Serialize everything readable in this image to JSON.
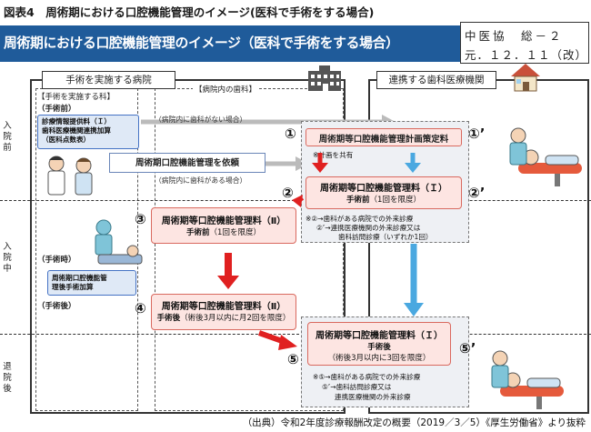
{
  "figure": {
    "caption": "図表4　周術期における口腔機能管理のイメージ(医科で手術をする場合)",
    "banner_title": "周術期における口腔機能管理のイメージ（医科で手術をする場合）",
    "stamp_line1": "中医協　総－２",
    "stamp_line2": "元．１２．１１（改）",
    "source": "（出典）令和2年度診療報酬改定の概要（2019／3／5）《厚生労働省》より抜粋"
  },
  "frames": {
    "hospital": "手術を実施する病院",
    "clinic": "連携する歯科医療機関",
    "surgery_dept": "【手術を実施する科】",
    "dental_dept": "【病院内の歯科】"
  },
  "phases": {
    "pre": "入院前",
    "during": "入院中",
    "post": "退院後",
    "pre_op": "（手術前）",
    "intra_op": "（手術時）",
    "post_op": "（手術後）"
  },
  "notes": {
    "pre_billing": [
      "診療情報提供料（Ｉ）",
      "歯科医療機関連携加算",
      "（医科点数表）"
    ],
    "intra_billing": [
      "周術期口腔機能管",
      "理後手術加算"
    ],
    "no_dental": "（病院内に歯科がない場合）",
    "has_dental": "（病院内に歯科がある場合）",
    "request": "周術期口腔機能管理を依頼",
    "share_plan": "※計画を共有",
    "note2_line1": "※②→歯科がある病院での外来診療",
    "note2_line2": "②’→連携医療機関の外来診療又は",
    "note2_line3": "歯科訪問診療（いずれか1回）",
    "note5_line1": "※⑤→歯科がある病院での外来診療",
    "note5_line2": "⑤’→歯科訪問診療又は",
    "note5_line3": "連携医療機関の外来診療"
  },
  "boxes": {
    "plan": "周術期等口腔機能管理計画策定料",
    "fee1_pre_title": "周術期等口腔機能管理料（Ｉ）",
    "fee1_pre_sub": "手術前",
    "fee1_pre_limit": "（1回を限度）",
    "fee2_pre_title": "周術期等口腔機能管理料（Ⅱ）",
    "fee2_pre_sub": "手術前",
    "fee2_pre_limit": "（1回を限度）",
    "fee2_post_title": "周術期等口腔機能管理料（Ⅱ）",
    "fee2_post_sub": "手術後",
    "fee2_post_limit": "（術後3月以内に月2回を限度）",
    "fee1_post_title": "周術期等口腔機能管理料（Ｉ）",
    "fee1_post_sub": "手術後",
    "fee1_post_limit": "（術後3月以内に3回を限度）"
  },
  "markers": {
    "m1": "①",
    "m1p": "①’",
    "m2": "②",
    "m2p": "②’",
    "m3": "③",
    "m4": "④",
    "m5": "⑤",
    "m5p": "⑤’"
  },
  "colors": {
    "banner": "#1f5b9a",
    "pink_fill": "#fde5e2",
    "pink_border": "#d9695f",
    "blue_arrow": "#4aa8e0",
    "red_arrow": "#e02020"
  }
}
